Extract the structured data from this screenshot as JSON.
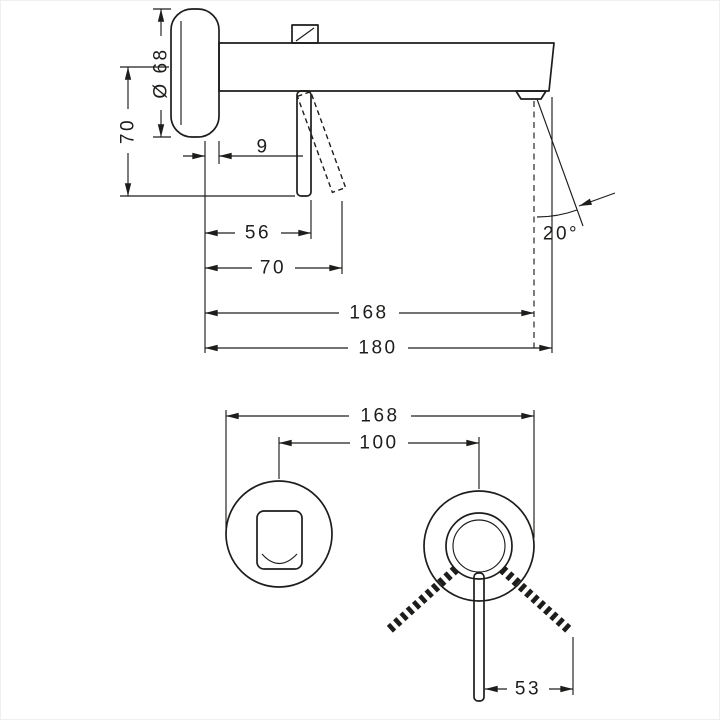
{
  "side_view": {
    "dims": {
      "plate_diameter": "Ø 68",
      "handle_height": "70",
      "plate_offset": "9",
      "wall_to_handle": "56",
      "wall_to_lever": "70",
      "wall_to_aerator": "168",
      "wall_to_tip": "180",
      "spray_angle": "20°"
    }
  },
  "bottom_view": {
    "dims": {
      "overall_width": "168",
      "hole_distance": "100",
      "lever_reach": "53"
    }
  },
  "colors": {
    "line": "#1d1d1b",
    "background": "#ffffff"
  }
}
